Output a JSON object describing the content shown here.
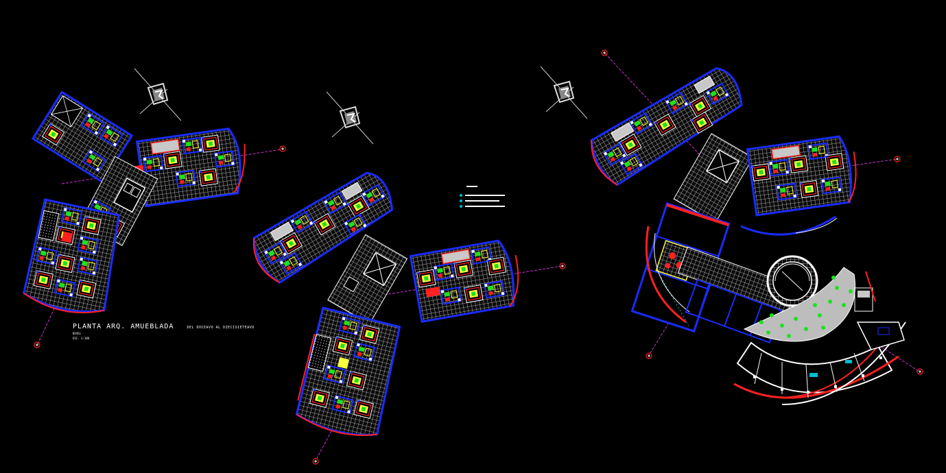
{
  "window": {
    "background": "#000000"
  },
  "title_block": {
    "title": "PLANTA ARQ. AMUEBLADA",
    "subtitle": "DEL DOCEAVO AL DIECISIETEAVO",
    "nivel": "NIVEL",
    "scale": "ESC. 1:100"
  },
  "legend": {
    "items": [
      "",
      "",
      ""
    ]
  },
  "plans": [
    {
      "name": "plan-left",
      "description": "floor plan"
    },
    {
      "name": "plan-middle",
      "description": "floor plan"
    },
    {
      "name": "plan-right",
      "description": "ground floor plan"
    }
  ],
  "colors": {
    "wall_blue": "#1a2cff",
    "wall_white": "#ffffff",
    "accent_red": "#ff2020",
    "accent_green": "#20e020",
    "accent_yellow": "#ffff40",
    "axis_magenta": "#cc33cc",
    "grey_fill": "#c8c8c8"
  },
  "icons": {
    "north": "north-arrow-icon",
    "axis_marker": "axis-marker-icon"
  }
}
